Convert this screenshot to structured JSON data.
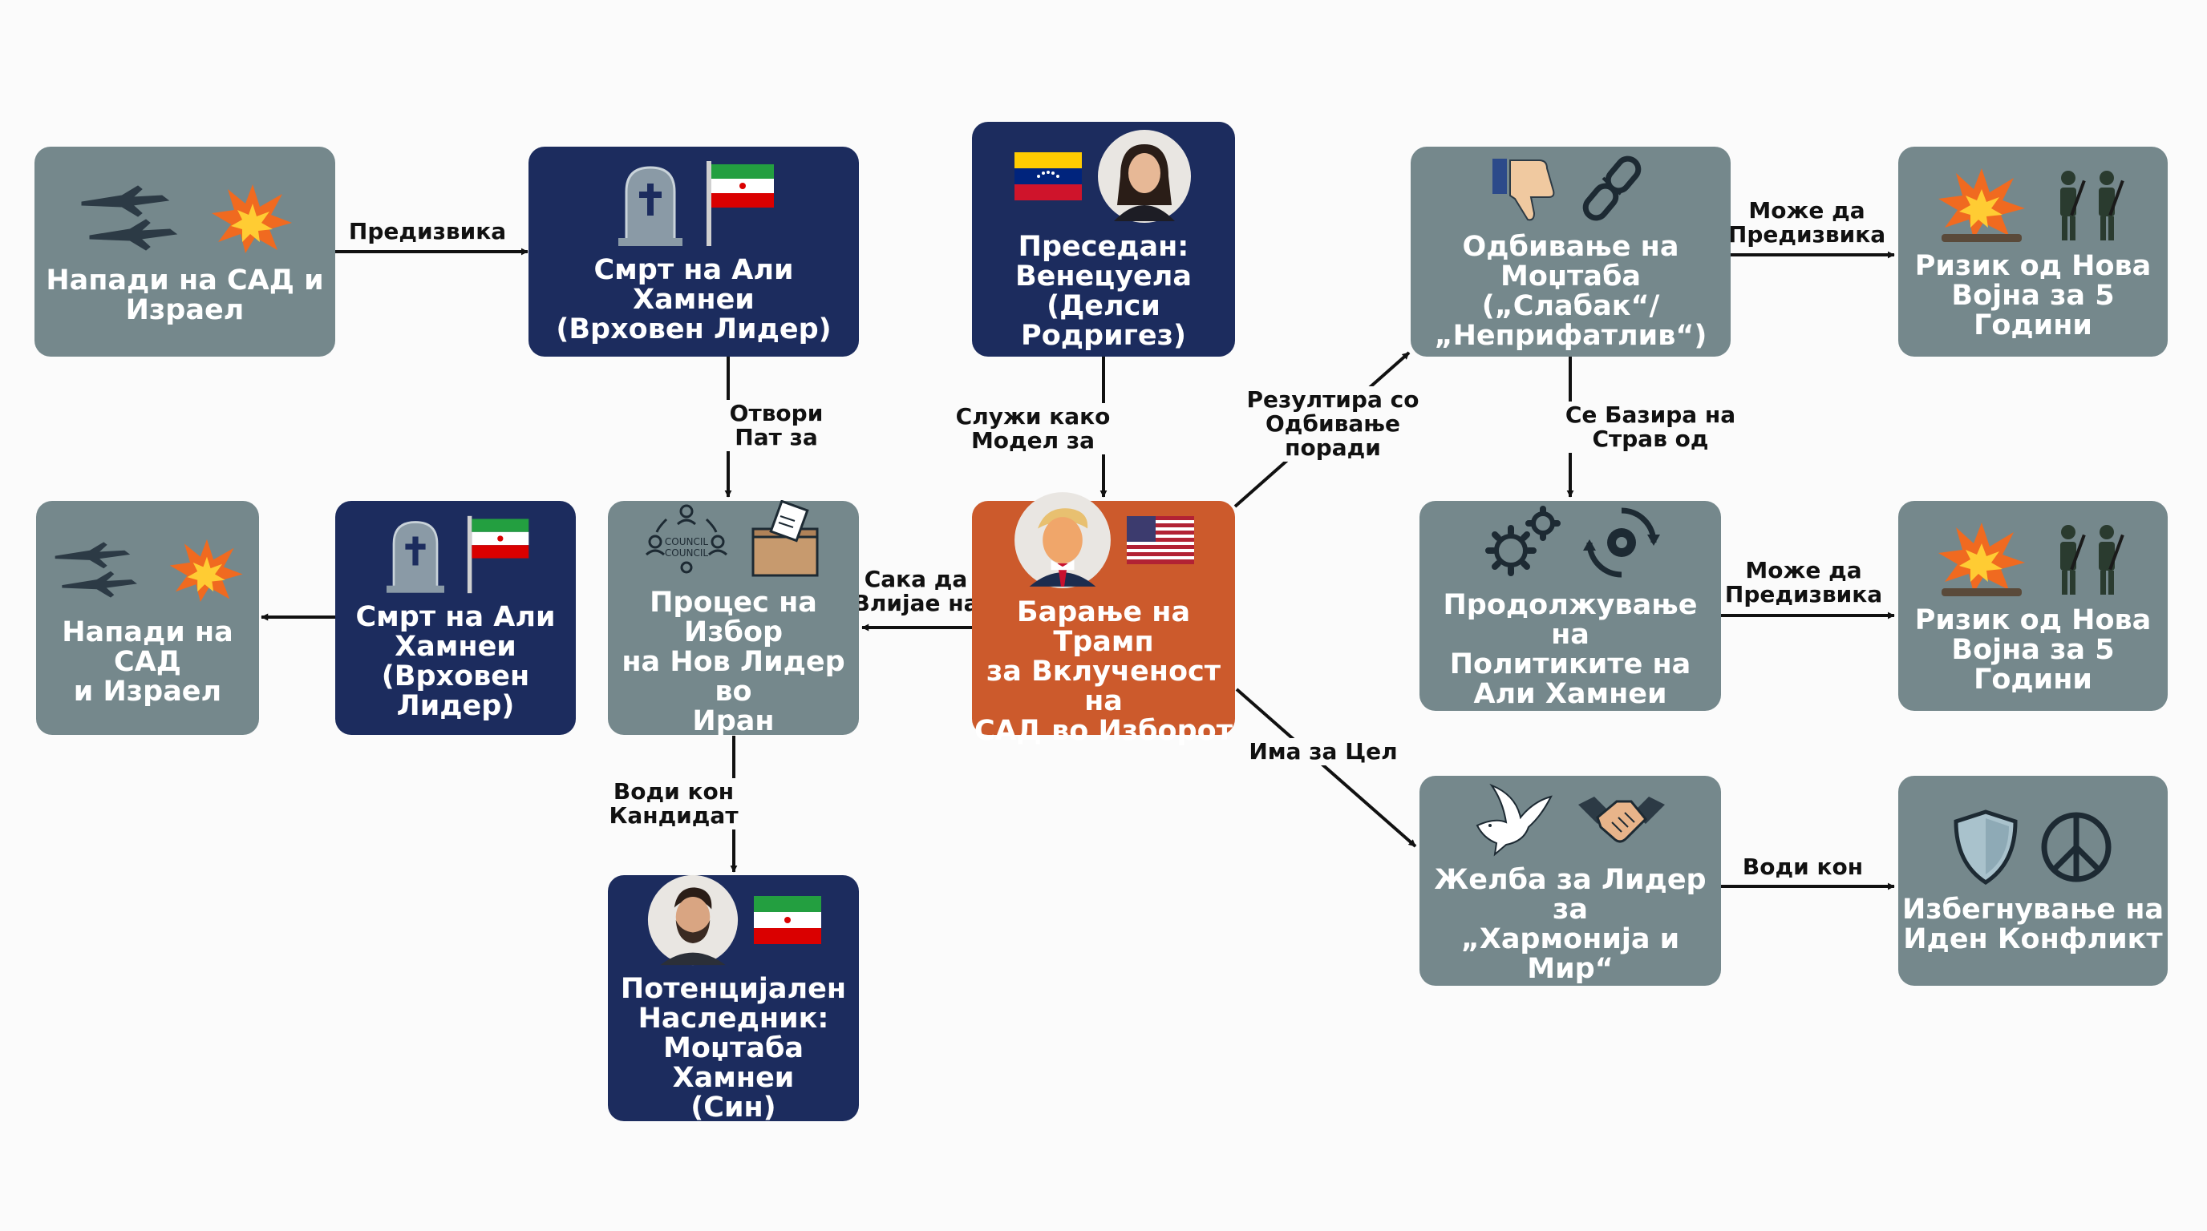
{
  "colors": {
    "gray": "#75888c",
    "navy": "#1c2c5e",
    "orange": "#cc5a2c",
    "arrow": "#111111"
  },
  "nodes": {
    "us_israel_attacks_1": {
      "label": "Напади на САД и\nИзраел",
      "icons": [
        "fighter-jets-icon",
        "explosion-icon"
      ]
    },
    "khamenei_death_1": {
      "label": "Смрт на Али Хамнеи\n(Врховен Лидер)",
      "icons": [
        "tombstone-icon",
        "iran-flag-icon"
      ]
    },
    "precedent_venezuela": {
      "label": "Преседан:\nВенецуела\n(Делси Родригез)",
      "icons": [
        "venezuela-flag-icon",
        "woman-portrait-icon"
      ]
    },
    "mojtaba_rejection": {
      "label": "Одбивање на Моџтаба\n(„Слабак“/\n„Неприфатлив“)",
      "icons": [
        "thumbs-down-icon",
        "broken-chain-icon"
      ]
    },
    "war_risk_1": {
      "label": "Ризик од Нова\nВојна за 5 Години",
      "icons": [
        "explosion-icon",
        "soldiers-icon"
      ]
    },
    "us_israel_attacks_2": {
      "label": "Напади на САД\nи Израел",
      "icons": [
        "fighter-jets-icon",
        "explosion-icon"
      ]
    },
    "khamenei_death_2": {
      "label": "Смрт на Али\nХамнеи\n(Врховен Лидер)",
      "icons": [
        "tombstone-icon",
        "iran-flag-icon"
      ]
    },
    "selection_process": {
      "label": "Процес на Избор\nна Нов Лидер во\nИран",
      "icons": [
        "council-icon",
        "ballot-box-icon"
      ],
      "council_text": "COUNCIL"
    },
    "trump_demand": {
      "label": "Барање на Трамп\nза Вклученост на\nСАД во Изборот",
      "icons": [
        "trump-portrait-icon",
        "usa-flag-icon"
      ]
    },
    "policy_continuation": {
      "label": "Продолжување на\nПолитиките на\nАли Хамнеи",
      "icons": [
        "gears-icon",
        "cycle-gear-icon"
      ]
    },
    "war_risk_2": {
      "label": "Ризик од Нова\nВојна за 5 Години",
      "icons": [
        "explosion-icon",
        "soldiers-icon"
      ]
    },
    "potential_successor": {
      "label": "Потенцијален\nНаследник:\nМоџтаба Хамнеи\n(Син)",
      "icons": [
        "man-portrait-icon",
        "iran-flag-icon"
      ]
    },
    "harmony_leader_wish": {
      "label": "Желба за Лидер за\n„Хармонија и Мир“",
      "icons": [
        "dove-icon",
        "handshake-icon"
      ]
    },
    "avoid_conflict": {
      "label": "Избегнување на\nИден Конфликт",
      "icons": [
        "shield-icon",
        "peace-sign-icon"
      ]
    }
  },
  "edges": {
    "e_provokes_top": {
      "label": "Предизвика"
    },
    "e_opened_path": {
      "label": "Отвори\nПат за"
    },
    "e_serves_as_model": {
      "label": "Служи како\nМодел за"
    },
    "e_results_rejection": {
      "label": "Резултира со\nОдбивање\nпоради"
    },
    "e_may_provoke_1": {
      "label": "Може да\nПредизвика"
    },
    "e_based_on_fear": {
      "label": "Се Базира на\nСтрав од"
    },
    "e_wants_influence": {
      "label": "Сака да\nВлијае на"
    },
    "e_leads_candidate": {
      "label": "Води кон\nКандидат"
    },
    "e_may_provoke_2": {
      "label": "Може да\nПредизвика"
    },
    "e_aims_at": {
      "label": "Има за Цел"
    },
    "e_leads_to": {
      "label": "Води кон"
    }
  }
}
